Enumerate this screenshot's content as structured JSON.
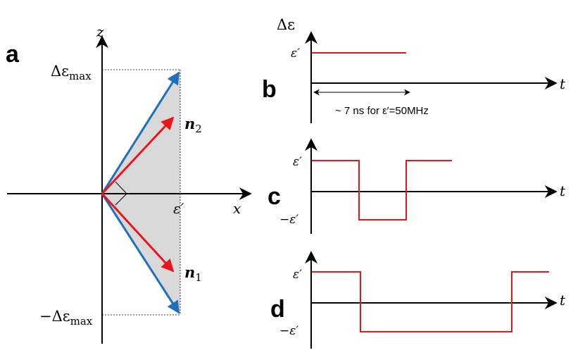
{
  "panels": {
    "a": {
      "letter": "a",
      "axis_z": "z",
      "axis_x": "x",
      "label_top": "Δε",
      "label_top_sub": "max",
      "label_bottom": "−Δε",
      "label_bottom_sub": "max",
      "eps": "ε′",
      "n2": "n",
      "n2_sub": "2",
      "n1": "n",
      "n1_sub": "1"
    },
    "b": {
      "letter": "b",
      "ylabel": "Δε",
      "eps": "ε′",
      "t": "t",
      "note": "~ 7 ns for ε′=50MHz"
    },
    "c": {
      "letter": "c",
      "eps": "ε′",
      "neg_eps": "−ε′",
      "t": "t"
    },
    "d": {
      "letter": "d",
      "eps": "ε′",
      "neg_eps": "−ε′",
      "t": "t"
    }
  },
  "colors": {
    "blue": "#1f6fbf",
    "red": "#e8161b",
    "shade": "#d9d9d9",
    "axis": "#000000"
  }
}
